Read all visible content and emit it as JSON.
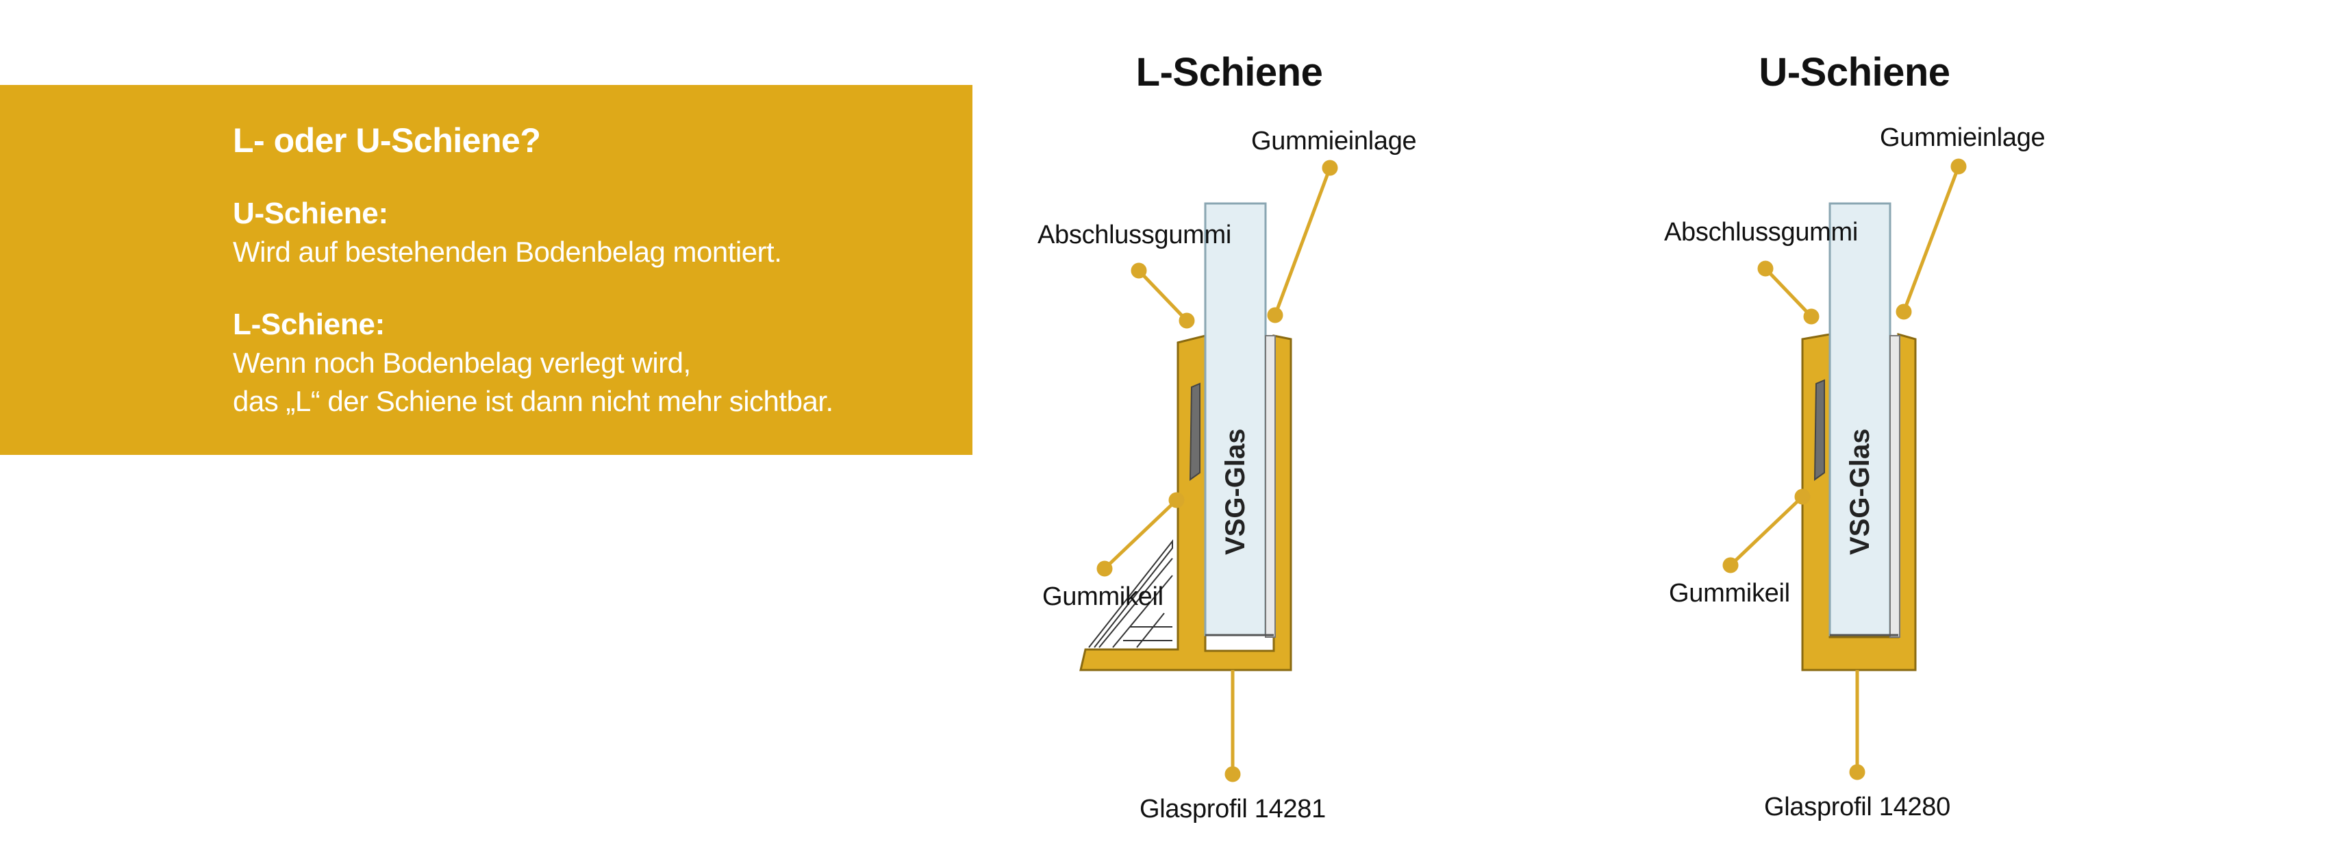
{
  "info": {
    "title": "L- oder U-Schiene?",
    "u_heading": "U-Schiene:",
    "u_text": "Wird auf bestehenden Bodenbelag montiert.",
    "l_heading": "L-Schiene:",
    "l_text_1": "Wenn noch Bodenbelag verlegt wird,",
    "l_text_2": "das „L“ der Schiene ist dann nicht mehr sichtbar."
  },
  "left_diagram": {
    "title": "L-Schiene",
    "label_gummieinlage": "Gummieinlage",
    "label_abschlussgummi": "Abschlussgummi",
    "label_gummikeil": "Gummikeil",
    "label_glass": "VSG-Glas",
    "label_profile": "Glasprofil 14281"
  },
  "right_diagram": {
    "title": "U-Schiene",
    "label_gummieinlage": "Gummieinlage",
    "label_abschlussgummi": "Abschlussgummi",
    "label_gummikeil": "Gummikeil",
    "label_glass": "VSG-Glas",
    "label_profile": "Glasprofil 14280"
  },
  "colors": {
    "accent": "#dea919",
    "rail": "#dfad25",
    "rail_stroke": "#8a6a10",
    "glass": "#e3eef3",
    "leader": "#d9a82a"
  }
}
